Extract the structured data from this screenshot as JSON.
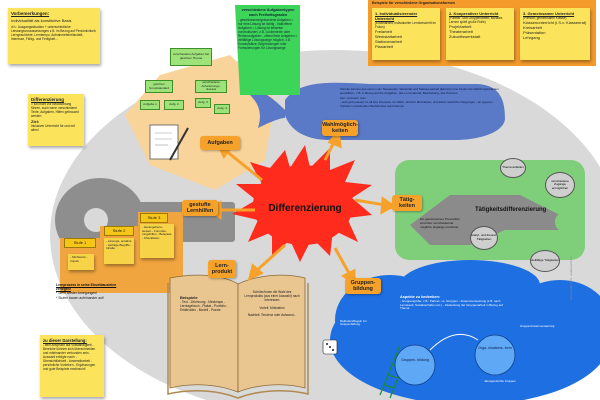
{
  "left_notes": {
    "note1": {
      "title": "Vorbemerkungen:",
      "line1": "Individualität als konstitutive Basis",
      "body": "d.h.: Ausgangssituation + unterschiedliche Leistungsvoraussetzungen z.B. im Bezug auf Persönlichkeit, Lerngeschichte, Lerntempo, Aufnahmebereitschaft, Interesse, Fähig- und Fertigkeit..."
    },
    "note2": {
      "title": "Differenzierung",
      "body": "= soll nicht zur Beobachtung führen, auch wenn verschiedene Texte, Aufgaben, Hilfen gebraucht werden",
      "ziel_label": "Ziel:",
      "ziel_body": "inklusiver Unterricht für und mit allen!"
    },
    "note3": {
      "title": "zu dieser Darstellung:",
      "body": "- kein Anspruch auf Vollständigkeit - Bereiche können sich überschneiden und miteinander verbunden sein - Auswahl erfolgte nach: - Übersichtlichkeit - Anwendbarkeit - persönliche Vorlieben - Ergänzungen und gute Beispiele erwünscht!"
    },
    "lernprozess": {
      "title": "Lernprozess in seine Einzelbausteine zerlegen!",
      "item1": "* Sieht wieder Anregungen!",
      "item2": "* Stufen bauen aufeinander auf!"
    }
  },
  "top_right": {
    "header": "Beispiele für verschiedene Organisationsformen",
    "col1_title": "1. Individualisierender Unterricht",
    "col1_sub": "(Einzelarbeit; individueller Lernfortschritt im Fokus)",
    "col1_items": [
      "Freiarbeit",
      "Werkstattarbeit",
      "Stationenarbeit",
      "Planarbeit"
    ],
    "col2_title": "2. Kooperativer Unterricht",
    "col2_sub": "(Partner- und Gruppenarbeit; soziales Lernen spielt große Rolle)",
    "col2_items": [
      "Projektarbeit",
      "Theaterarbeit",
      "Zukunftswerkstatt"
    ],
    "col3_title": "3. Gemeinsamer Unterricht",
    "col3_sub": "(Plenum; gemeinsame Klasse)",
    "col3_items": [
      "Klassenunterricht (i.S.v. Klassenrat)",
      "Kreisarbeit",
      "Präsentation",
      "Lehrgang"
    ]
  },
  "center": {
    "title": "Differenzierung"
  },
  "labels": {
    "aufgaben": "Aufgaben",
    "wahlmoeglichkeiten": "Wahlmöglich- keiten",
    "taetigkeiten": "Tätig- keiten",
    "gestufte_lernhilfen": "gestufte Lernhilfen",
    "lernprodukt": "Lern- produkt",
    "gruppenbildung": "Gruppen- bildung"
  },
  "aufgaben_section": {
    "top_box": "verschiedene Aufgaben bei gleichem Thema",
    "mid_left": "gleichen Grundstandard",
    "mid_right": "verschiedene Anforderungs- niveaus",
    "leaf1": "Aufgabe 1",
    "leaf2": "Aufg. 2",
    "leaf3": "Aufg. 3",
    "leaf4": "Aufg. 4"
  },
  "green_bubble": {
    "title": "verschiedene Aufgabentypen nach Freiheitsgraden",
    "body": "- geschlossene/gebundene Aufgaben = nur eine Lösung ist richtig - halboffene Aufgaben = Lösung ist teilweise vorstrukturiert, z.B. Lückentexte oder Reihenaufgaben - offene/freie Aufgaben = vielfältige Lösungswege möglich, z.B. Kurzaufsätze, Begründungen oder Formulierungen für Lösungswege"
  },
  "whale_text": {
    "line1": "Schüler können aus einem vom Niveauplan, Werkstatt und Stationenarbeit (Einzeln) eine bestimmte Wahlmöglichkeiten auswählen, z.B. in Bezug auf die Aufgaben, das Lernmaterial, Bearbeitung, des Partners",
    "line2": "hier: und kann man",
    "line3": "- statt jetzt passen zu all ihre Interesse ins Wahl - Einzeln Mehrarbeit, und dabei natürliche Neigungen - an eigenen Vorlieben entscheiden Bedürfnisse auch können"
  },
  "wrench_section": {
    "title": "Tätigkeitsdifferenzierung",
    "thema": "Thema aufteilen",
    "zusatz": "verschiedene Zugänge ermöglichen",
    "center_text": "Ein gemeinsames Thema/Ziel wird über verschiedenste mögliche Zugänge erarbeitet",
    "analyt": "analyt. und theoret. Tätigkeiten",
    "vielfaeltige": "vielfältige Tätigkeiten"
  },
  "stairs": {
    "stufe1": "Stufe 1",
    "stufe2": "Stufe 2",
    "stufe3": "Stufe 3",
    "stufe1_box": "- Stichworte - Impuls",
    "stufe2_box": "- Lösungs- ansätze - wichtige Begriffe - Inhalte",
    "stufe3_box": "- Herangehens- weisen - Formulie- rungshilfen - Beispiele - Checklisten"
  },
  "book": {
    "left_title": "Beispiele",
    "left_items": "- Text - Zeichnung - Mindmaps - Lerntagebuch - Plakat - Portfolio - Erklärvideo - Modell - Puzzle",
    "right_text": "Schüler/innen die Wahl des Lernprodukts (aus einer Auswahl) nach Interessen",
    "right_sub": "Vorteil: Motivation",
    "right_sub2": "Nachteil: Tendenz oder Aufwand..."
  },
  "cloud": {
    "title": "Aspekte zu bedenken:",
    "body": "- Gruppengröße, z.B.: Partner- vs. Gruppen - Zusammensetzung (z.B. nach Lernstand, Sozialverhalten etc.) - Zielsetzung der Gruppenarbeit in Bezug auf Thema",
    "node1": "Gruppen- bildung",
    "node2": "Orga- nisations- form",
    "side_left": "Methoden/Regeln zur Gruppenbildung",
    "side_right": "Gruppenzusammensetzung",
    "bottom": "altersgemischte Gruppen"
  },
  "side_credit": "Anne Gohlish, 2021 · creativecommons",
  "colors": {
    "orange": "#f6a22a",
    "green": "#9ee37a",
    "blue": "#1b6fe0",
    "whale": "#5a79c6",
    "wrench_bg": "#6fcf86",
    "splat": "#ff2b1c"
  }
}
